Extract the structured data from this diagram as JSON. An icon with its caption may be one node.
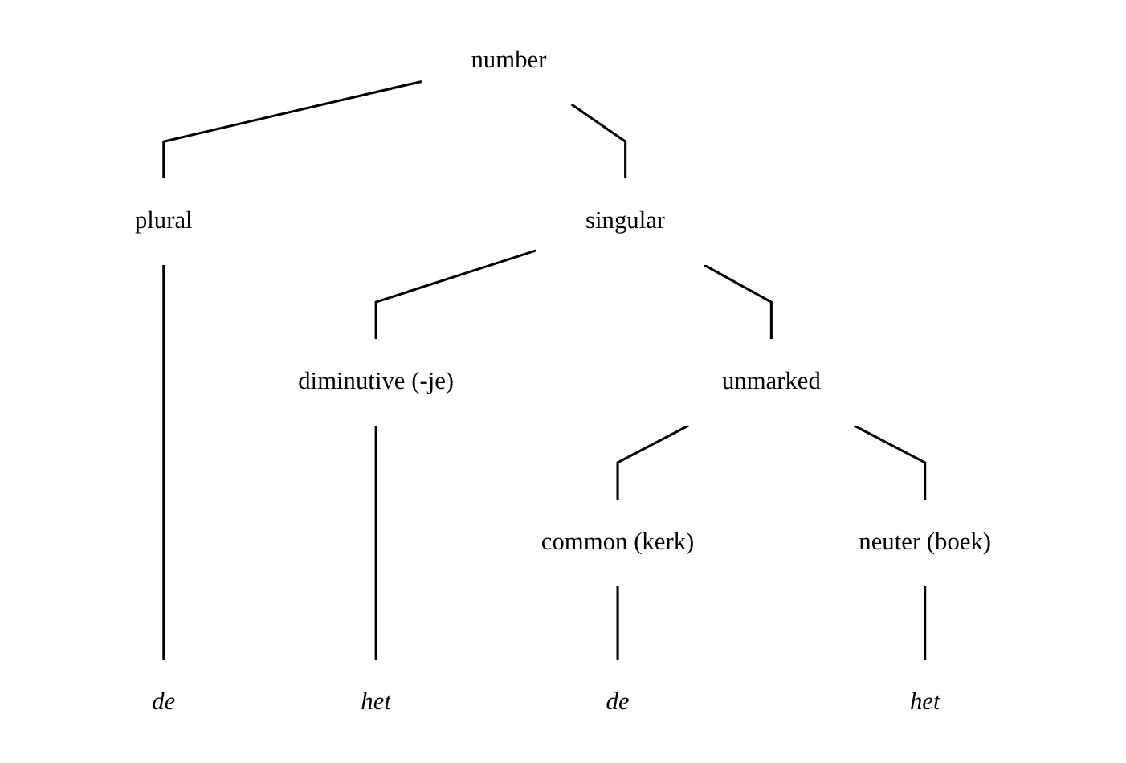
{
  "diagram": {
    "nodes": [
      {
        "text": [
          "number"
        ]
      },
      {
        "text": [
          "plural"
        ]
      },
      {
        "text": [
          "singular"
        ]
      },
      {
        "text": [
          "diminutive (-je)"
        ]
      },
      {
        "text": [
          "unmarked"
        ]
      },
      {
        "text": [
          "common (kerk)"
        ]
      },
      {
        "text": [
          "neuter (boek)"
        ]
      },
      {
        "text": [
          "de"
        ]
      },
      {
        "text": [
          "het"
        ]
      },
      {
        "text": [
          "de"
        ]
      },
      {
        "text": [
          "het"
        ]
      }
    ],
    "edges": [
      {
        "from": 0,
        "to": 1,
        "arrow": "none"
      },
      {
        "from": 0,
        "to": 2,
        "arrow": "none"
      },
      {
        "from": 1,
        "to": 7,
        "arrow": "none"
      },
      {
        "from": 2,
        "to": 3,
        "arrow": "none"
      },
      {
        "from": 2,
        "to": 4,
        "arrow": "none"
      },
      {
        "from": 3,
        "to": 8,
        "arrow": "none"
      },
      {
        "from": 4,
        "to": 5,
        "arrow": "none"
      },
      {
        "from": 4,
        "to": 6,
        "arrow": "none"
      },
      {
        "from": 5,
        "to": 9,
        "arrow": "none"
      },
      {
        "from": 6,
        "to": 10,
        "arrow": "none"
      }
    ]
  }
}
